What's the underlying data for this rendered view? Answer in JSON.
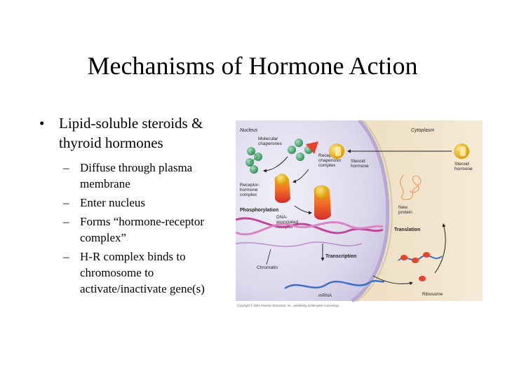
{
  "slide": {
    "title": "Mechanisms of Hormone Action",
    "bullets": [
      {
        "text": "Lipid-soluble steroids & thyroid hormones",
        "subitems": [
          "Diffuse through plasma membrane",
          "Enter nucleus",
          "Forms “hormone-receptor complex”",
          "H-R complex binds to chromosome to activate/inactivate gene(s)"
        ]
      }
    ]
  },
  "figure": {
    "labels": {
      "nucleus": "Nucleus",
      "cytoplasm": "Cytoplasm",
      "molecular_chaperones": "Molecular chaperones",
      "receptor_chaperonin_complex": "Receptor-chaperonin complex",
      "steroid_hormone_inside": "Steroid hormone",
      "steroid_hormone_outside": "Steroid hormone",
      "receptor_hormone_complex": "Receptor-hormone complex",
      "phosphorylation": "Phosphorylation",
      "dna_associated_receptor": "DNA-associated receptor",
      "new_protein": "New protein",
      "translation": "Translation",
      "transcription": "Transcription",
      "chromatin": "Chromatin",
      "mrna": "mRNA",
      "ribosome": "Ribosome"
    },
    "copyright": "Copyright © 2004 Pearson Education, Inc., publishing as Benjamin Cummings.",
    "colors": {
      "cytoplasm": "#ecdcbc",
      "nucleus": "#dcd8ec",
      "chaperone": "#3fa76a",
      "hormone": "#f2b400",
      "receptor": "#e8432e",
      "dna_magenta": "#c0479a",
      "mrna_blue": "#3e6fc6"
    }
  }
}
